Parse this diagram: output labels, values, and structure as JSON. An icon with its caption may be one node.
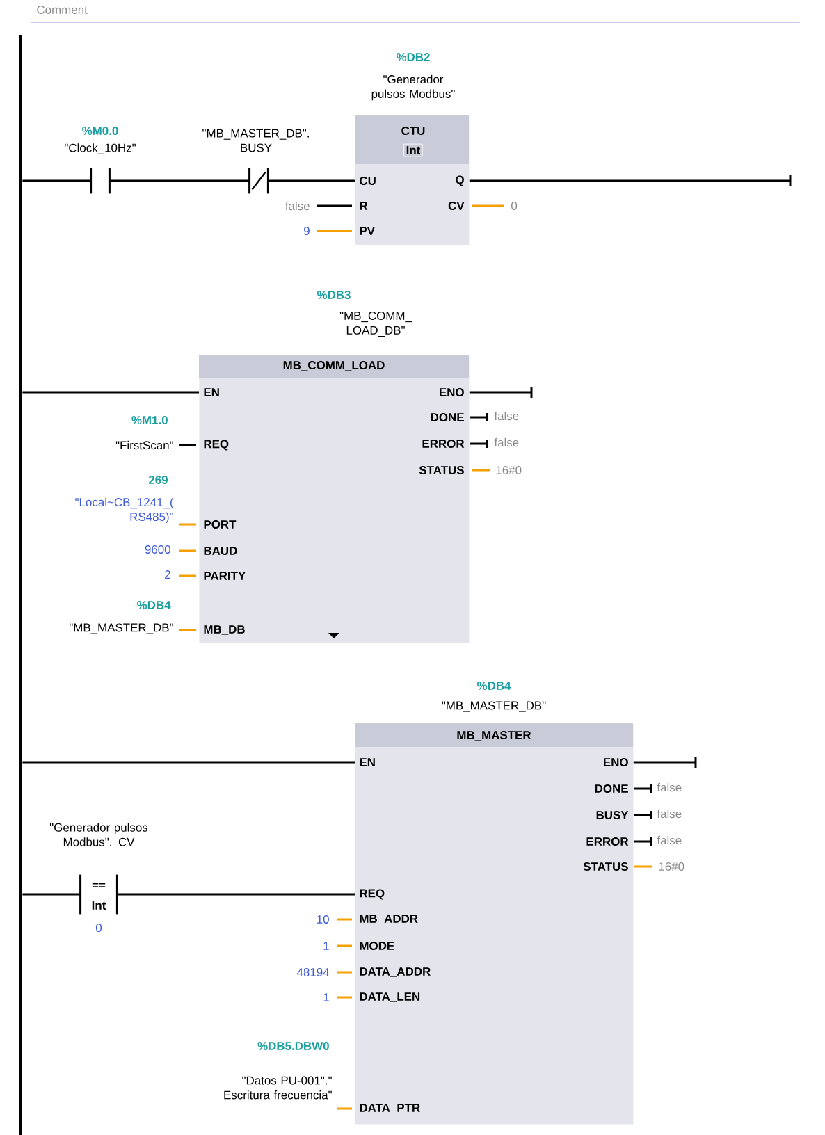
{
  "diagram": {
    "nodes": [
      {
        "text": [],
        "shape": "bar"
      },
      {
        "text": [],
        "shape": "contact",
        "beside": [
          "%M0.0",
          "\"Clock_10Hz\""
        ]
      },
      {
        "text": [],
        "shape": "contact",
        "beside": [
          "\"MB_MASTER_DB\". BUSY"
        ]
      },
      {
        "text": [
          "CTU",
          "Int",
          "CU",
          "R",
          "PV",
          "Q",
          "CV"
        ],
        "beside": [
          "%DB2",
          "\"Generador pulsos Modbus\"",
          "false",
          "9",
          "0"
        ]
      },
      {
        "text": [
          "MB_COMM_LOAD",
          "EN",
          "REQ",
          "PORT",
          "BAUD",
          "PARITY",
          "MB_DB",
          "ENO",
          "DONE",
          "ERROR",
          "STATUS"
        ],
        "beside": [
          "%DB3",
          "\"MB_COMM_ LOAD_DB\"",
          "%M1.0",
          "\"FirstScan\"",
          "269",
          "\"Local~CB_1241_( RS485)\"",
          "9600",
          "2",
          "%DB4",
          "\"MB_MASTER_DB\"",
          "false",
          "false",
          "16#0"
        ]
      },
      {
        "text": [
          "MB_MASTER",
          "EN",
          "REQ",
          "MB_ADDR",
          "MODE",
          "DATA_ADDR",
          "DATA_LEN",
          "DATA_PTR",
          "ENO",
          "DONE",
          "BUSY",
          "ERROR",
          "STATUS"
        ],
        "beside": [
          "%DB4",
          "\"MB_MASTER_DB\"",
          "false",
          "false",
          "false",
          "16#0",
          "10",
          "1",
          "48194",
          "1",
          "%DB5.DBW0",
          "\"Datos PU-001\".\" Escritura frecuencia\""
        ]
      },
      {
        "text": [
          "==",
          "Int"
        ],
        "beside": [
          "\"Generador pulsos Modbus\". CV",
          "0"
        ]
      }
    ],
    "edges": [
      {
        "from": 0,
        "to": 1,
        "arrow": "none"
      },
      {
        "from": 1,
        "to": 2,
        "arrow": "none"
      },
      {
        "from": 2,
        "to": 3,
        "arrow": "none"
      },
      {
        "from": 3,
        "to": null,
        "arrow": "none"
      },
      {
        "from": 0,
        "to": 4,
        "arrow": "none"
      },
      {
        "from": 4,
        "to": null,
        "arrow": "none"
      },
      {
        "from": 0,
        "to": 5,
        "arrow": "none"
      },
      {
        "from": 0,
        "to": 6,
        "arrow": "none"
      },
      {
        "from": 6,
        "to": 5,
        "arrow": "none"
      },
      {
        "from": 5,
        "to": null,
        "arrow": "none"
      }
    ],
    "labels": [
      "Comment"
    ]
  }
}
